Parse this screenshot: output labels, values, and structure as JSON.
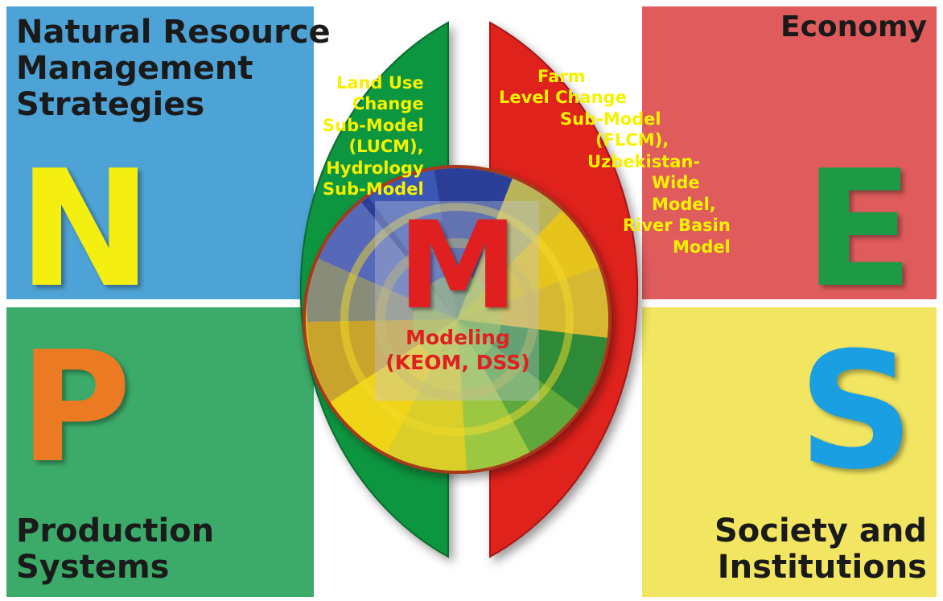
{
  "quadrants": {
    "n": {
      "title_lines": [
        "Natural Resource",
        "Management",
        "Strategies"
      ],
      "letter": "N"
    },
    "e": {
      "title_lines": [
        "Economy"
      ],
      "letter": "E"
    },
    "p": {
      "title_lines": [
        "Production",
        "Systems"
      ],
      "letter": "P"
    },
    "s": {
      "title_lines": [
        "Society and",
        "Institutions"
      ],
      "letter": "S"
    }
  },
  "left_arc": {
    "lines": [
      "Land Use",
      "Change",
      "Sub-Model",
      "(LUCM),",
      "Hydrology",
      "Sub-Model"
    ]
  },
  "right_arc": {
    "lines": [
      "Farm",
      "Level Change",
      "Sub-Model",
      "(FLCM),",
      "Uzbekistan-",
      "Wide",
      "Model,",
      "River Basin",
      "Model"
    ]
  },
  "center": {
    "letter": "M",
    "caption_lines": [
      "Modeling",
      "(KEOM, DSS)"
    ]
  },
  "colors": {
    "n_quadrant": "#4ea3d6",
    "e_quadrant": "#e05c5c",
    "p_quadrant": "#3cab6a",
    "s_quadrant": "#f2e561",
    "left_arc": "#0f9640",
    "right_arc": "#e0201c",
    "arc_text": "#f5f200",
    "m_letter": "#e02020"
  }
}
